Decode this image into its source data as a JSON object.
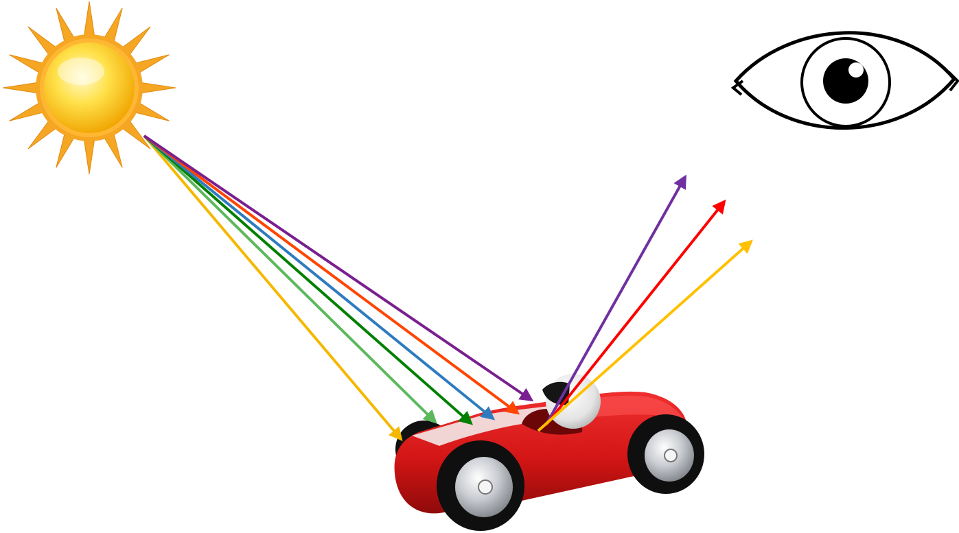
{
  "colors": {
    "background": "#ffffff",
    "sun_outer": "#f0a020",
    "sun_rays": "#f5a623",
    "sun_core_light": "#fff7b0",
    "sun_core_dark": "#f2b400",
    "car_body": "#d61a1a",
    "car_body_shadow": "#9c0d0d",
    "tire": "#111111",
    "hubcap": "#cfd2d6",
    "helmet": "#f2f2f2",
    "eye_stroke": "#000000"
  },
  "diagram": {
    "objects": [
      "sun-icon",
      "red-race-car",
      "eye-icon"
    ],
    "incident_rays": [
      {
        "name": "ray-in-yellow",
        "color": "#f5b800"
      },
      {
        "name": "ray-in-lightgreen",
        "color": "#5cb85c"
      },
      {
        "name": "ray-in-green",
        "color": "#008000"
      },
      {
        "name": "ray-in-blue",
        "color": "#2f7bbf"
      },
      {
        "name": "ray-in-orange",
        "color": "#ff4500"
      },
      {
        "name": "ray-in-purple",
        "color": "#7a1f8f"
      }
    ],
    "reflected_rays": [
      {
        "name": "ray-out-purple",
        "color": "#7030a0"
      },
      {
        "name": "ray-out-red",
        "color": "#ff0000"
      },
      {
        "name": "ray-out-yellow",
        "color": "#ffc000"
      }
    ]
  }
}
